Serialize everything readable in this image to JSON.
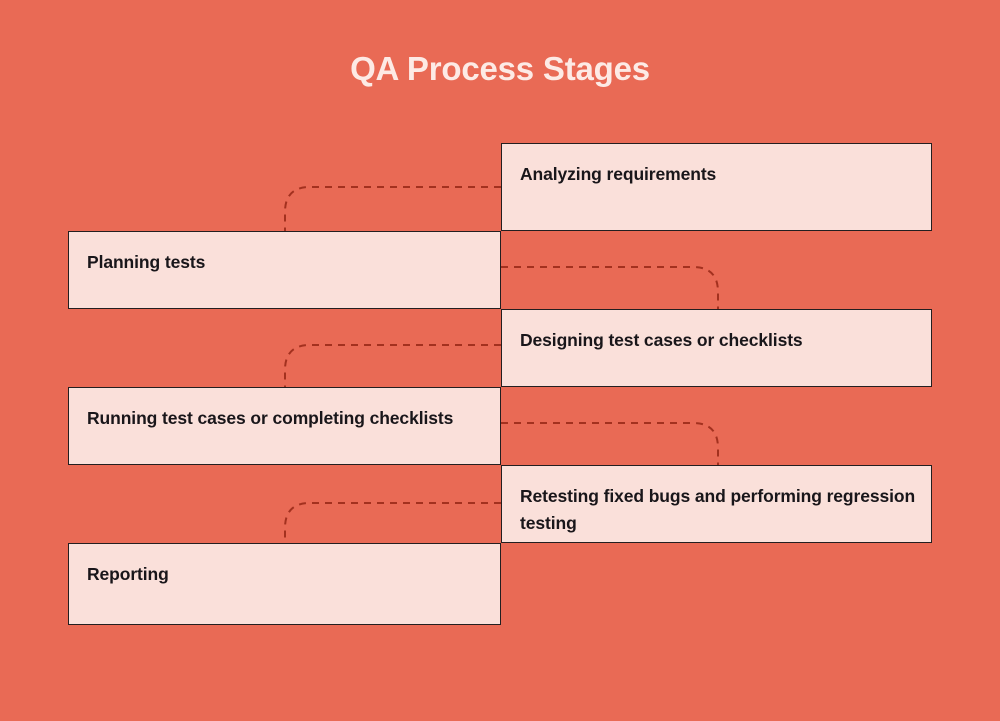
{
  "diagram": {
    "title": "QA Process Stages",
    "type": "zigzag-flow",
    "colors": {
      "background": "#e96a55",
      "box_fill": "#fae0da",
      "box_border": "#231f20",
      "title_text": "#fdeae5",
      "box_text": "#19161a",
      "connector": "#a3311f"
    },
    "stages": [
      {
        "id": "analyzing-requirements",
        "label": "Analyzing requirements",
        "side": "right"
      },
      {
        "id": "planning-tests",
        "label": "Planning tests",
        "side": "left"
      },
      {
        "id": "designing-test-cases",
        "label": "Designing test cases or checklists",
        "side": "right"
      },
      {
        "id": "running-test-cases",
        "label": "Running test cases or completing checklists",
        "side": "left"
      },
      {
        "id": "retesting-fixed-bugs",
        "label": "Retesting fixed bugs and performing regression testing",
        "side": "right"
      },
      {
        "id": "reporting",
        "label": "Reporting",
        "side": "left"
      }
    ],
    "connectors": [
      {
        "from": "analyzing-requirements",
        "to": "planning-tests",
        "direction": "right-to-left"
      },
      {
        "from": "planning-tests",
        "to": "designing-test-cases",
        "direction": "left-to-right"
      },
      {
        "from": "designing-test-cases",
        "to": "running-test-cases",
        "direction": "right-to-left"
      },
      {
        "from": "running-test-cases",
        "to": "retesting-fixed-bugs",
        "direction": "left-to-right"
      },
      {
        "from": "retesting-fixed-bugs",
        "to": "reporting",
        "direction": "right-to-left"
      }
    ]
  }
}
